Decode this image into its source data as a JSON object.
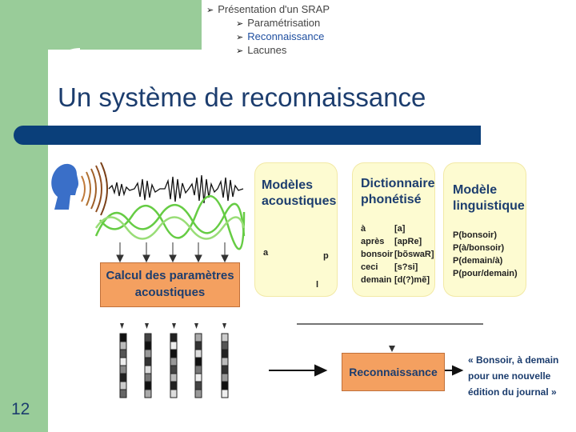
{
  "nav": [
    {
      "label": "Présentation d'un SRAP",
      "active": false
    },
    {
      "label": "Paramétrisation",
      "active": false
    },
    {
      "label": "Reconnaissance",
      "active": true
    },
    {
      "label": "Lacunes",
      "active": false
    }
  ],
  "title": "Un système de reconnaissance",
  "page_number": "12",
  "diagram": {
    "panel_acoustic": {
      "title_line1": "Modèles",
      "title_line2": "acoustiques",
      "states": [
        "a",
        "p",
        "l"
      ]
    },
    "panel_dictionary": {
      "title_line1": "Dictionnaire",
      "title_line2": "phonétisé",
      "entries": [
        {
          "word": "à",
          "phon": "[a]"
        },
        {
          "word": "après",
          "phon": "[apRe]"
        },
        {
          "word": "bonsoir",
          "phon": "[bõswaR]"
        },
        {
          "word": "ceci",
          "phon": "[s?si]"
        },
        {
          "word": "demain",
          "phon": "[d(?)mẽ]"
        }
      ]
    },
    "panel_language": {
      "title_line1": "Modèle",
      "title_line2": "linguistique",
      "entries": [
        "P(bonsoir)",
        "P(à/bonsoir)",
        "P(demain/à)",
        "P(pour/demain)"
      ]
    },
    "calc_box": {
      "line1": "Calcul des paramètres",
      "line2": "acoustiques"
    },
    "recognition_box": "Reconnaissance",
    "output_quote": [
      "« Bonsoir, à demain",
      "pour une nouvelle",
      "édition du journal »"
    ],
    "colors": {
      "wave_green": "#66cc44",
      "orange_box": "#f4a060",
      "panel_bg": "#fdfbd1",
      "title_bar": "#0a3f7a"
    }
  }
}
